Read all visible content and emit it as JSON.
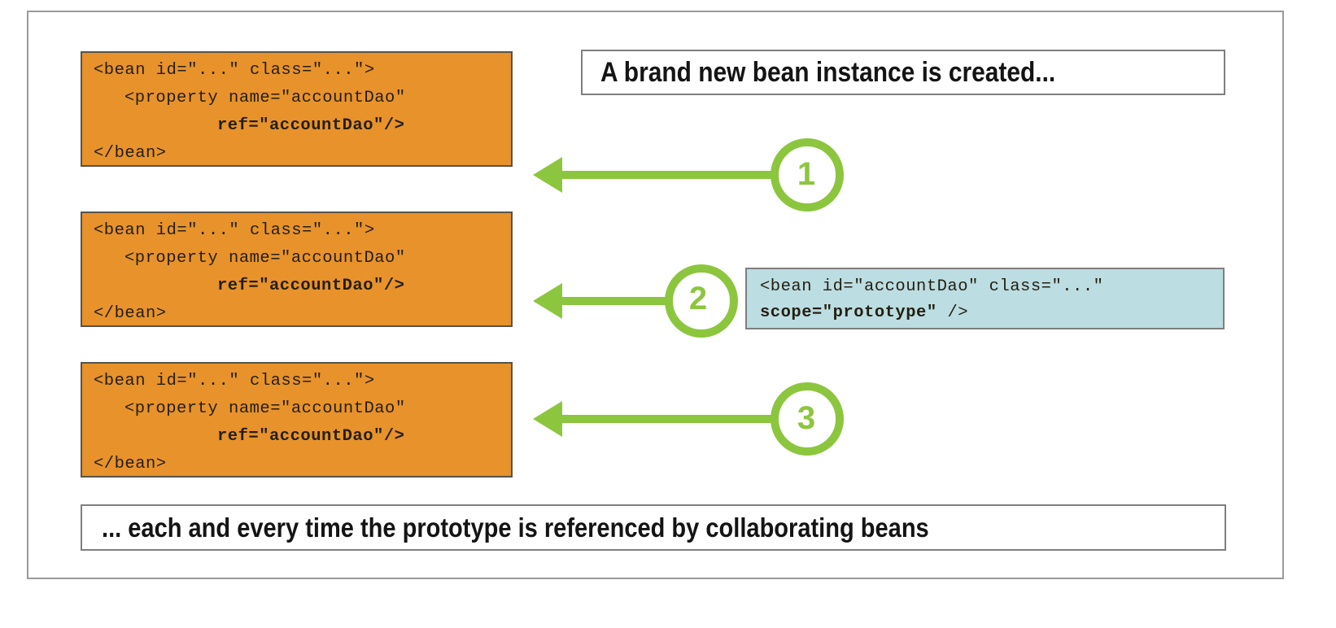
{
  "diagram": {
    "title_banner": "A brand new bean instance is created...",
    "footer_banner": "... each and every time the prototype is referenced by collaborating beans",
    "colors": {
      "bean_box_fill": "#e8922b",
      "bean_box_border": "#57534a",
      "prototype_box_fill": "#bcdde2",
      "prototype_box_border": "#7f7f7f",
      "accent_green": "#8cc63e",
      "frame_border": "#9a9a9a",
      "code_text": "#231f12"
    },
    "collaborator_boxes": [
      {
        "id": "collaborator-bean-1",
        "lines": [
          "<bean id=\"...\" class=\"...\">",
          "<property name=\"accountDao\"",
          "ref=\"accountDao\"/>",
          "</bean>"
        ]
      },
      {
        "id": "collaborator-bean-2",
        "lines": [
          "<bean id=\"...\" class=\"...\">",
          "<property name=\"accountDao\"",
          "ref=\"accountDao\"/>",
          "</bean>"
        ]
      },
      {
        "id": "collaborator-bean-3",
        "lines": [
          "<bean id=\"...\" class=\"...\">",
          "<property name=\"accountDao\"",
          "ref=\"accountDao\"/>",
          "</bean>"
        ]
      }
    ],
    "prototype_box": {
      "line1": "<bean id=\"accountDao\" class=\"...\"",
      "line2_bold": "scope=\"prototype\"",
      "line2_tail": " />"
    },
    "markers": [
      {
        "label": "1"
      },
      {
        "label": "2"
      },
      {
        "label": "3"
      }
    ]
  }
}
